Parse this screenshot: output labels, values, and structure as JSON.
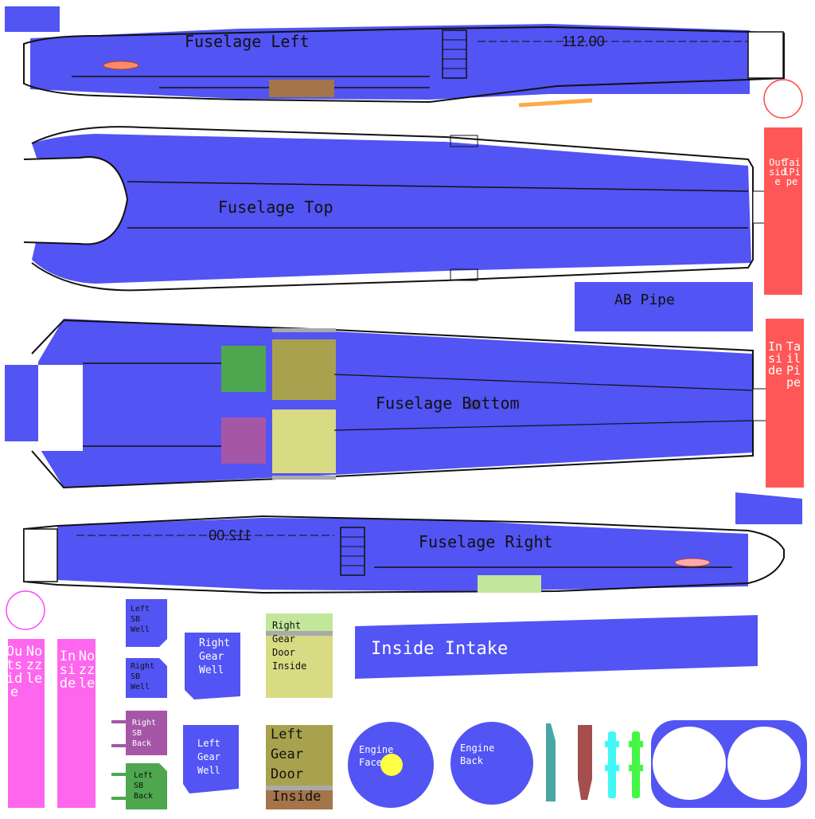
{
  "labels": {
    "fuselage_left": "Fuselage Left",
    "fuselage_top": "Fuselage Top",
    "fuselage_bottom": "Fuselage Bottom",
    "fuselage_right": "Fuselage Right",
    "ab_pipe": "AB Pipe",
    "inside_intake": "Inside Intake",
    "dimension_left": "112.00",
    "dimension_right": "112.00",
    "outside_tailpipe": [
      "Outside",
      "TailPipe"
    ],
    "inside_tailpipe": [
      "Inside",
      "TailPipe"
    ],
    "outside_nozzle": [
      "Outside",
      "Nozzle"
    ],
    "inside_nozzle": [
      "Inside",
      "Nozzle"
    ],
    "left_sb_well": [
      "Left",
      "SB",
      "Well"
    ],
    "right_sb_well": [
      "Right",
      "SB",
      "Well"
    ],
    "right_sb_back": [
      "Right",
      "SB",
      "Back"
    ],
    "left_sb_back": [
      "Left",
      "SB",
      "Back"
    ],
    "right_gear_well": [
      "Right",
      "Gear",
      "Well"
    ],
    "left_gear_well": [
      "Left",
      "Gear",
      "Well"
    ],
    "right_gear_door_inside": [
      "Right",
      "Gear",
      "Door",
      "Inside"
    ],
    "left_gear_door": [
      "Left",
      "Gear",
      "Door"
    ],
    "left_gear_door_inside": "Inside",
    "engine_face": [
      "Engine",
      "Face"
    ],
    "engine_back": [
      "Engine",
      "Back"
    ]
  },
  "colors": {
    "fuselage_blue": "#5254f3",
    "tailpipe_red": "#ff5757",
    "nozzle_magenta": "#ff66ee",
    "gear_door_olive": "#a8a24e",
    "gear_door_light": "#d9da84",
    "green_part": "#4ea74e",
    "purple_part": "#a656a6",
    "brown_part": "#a4744a",
    "light_green_part": "#c2e79a",
    "yellow_dot": "#ffff44",
    "teal_part": "#4aa6a6",
    "maroon_part": "#a44e4e",
    "cyan_part": "#44f7f7",
    "bright_green_part": "#44f744",
    "orange_part": "#ffaa44",
    "outline": "#111111"
  }
}
